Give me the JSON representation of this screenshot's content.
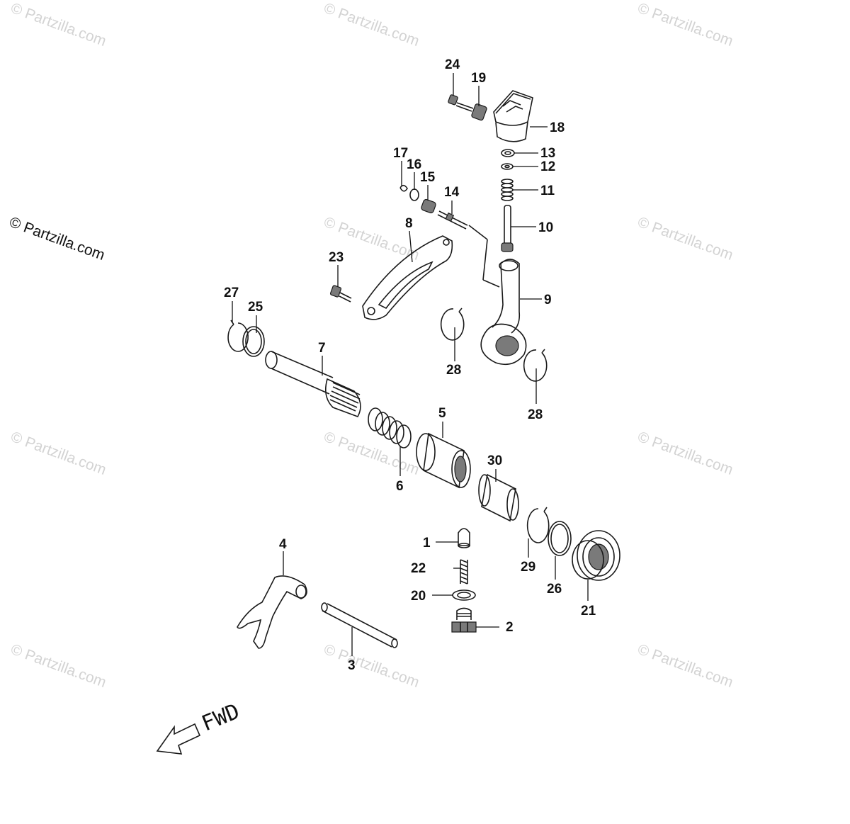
{
  "watermarks": {
    "repeat_text": "© Partzilla.com",
    "main_text": "© Partzilla.com"
  },
  "direction_label": "FWD",
  "callouts": [
    {
      "id": "c24",
      "label": "24"
    },
    {
      "id": "c19",
      "label": "19"
    },
    {
      "id": "c18",
      "label": "18"
    },
    {
      "id": "c13",
      "label": "13"
    },
    {
      "id": "c12",
      "label": "12"
    },
    {
      "id": "c11",
      "label": "11"
    },
    {
      "id": "c10",
      "label": "10"
    },
    {
      "id": "c17",
      "label": "17"
    },
    {
      "id": "c16",
      "label": "16"
    },
    {
      "id": "c15",
      "label": "15"
    },
    {
      "id": "c14",
      "label": "14"
    },
    {
      "id": "c8",
      "label": "8"
    },
    {
      "id": "c23",
      "label": "23"
    },
    {
      "id": "c9",
      "label": "9"
    },
    {
      "id": "c27",
      "label": "27"
    },
    {
      "id": "c25",
      "label": "25"
    },
    {
      "id": "c7",
      "label": "7"
    },
    {
      "id": "c28a",
      "label": "28"
    },
    {
      "id": "c28b",
      "label": "28"
    },
    {
      "id": "c5",
      "label": "5"
    },
    {
      "id": "c6",
      "label": "6"
    },
    {
      "id": "c30",
      "label": "30"
    },
    {
      "id": "c4",
      "label": "4"
    },
    {
      "id": "c1",
      "label": "1"
    },
    {
      "id": "c22",
      "label": "22"
    },
    {
      "id": "c20",
      "label": "20"
    },
    {
      "id": "c2",
      "label": "2"
    },
    {
      "id": "c29",
      "label": "29"
    },
    {
      "id": "c26",
      "label": "26"
    },
    {
      "id": "c21",
      "label": "21"
    },
    {
      "id": "c3",
      "label": "3"
    }
  ]
}
